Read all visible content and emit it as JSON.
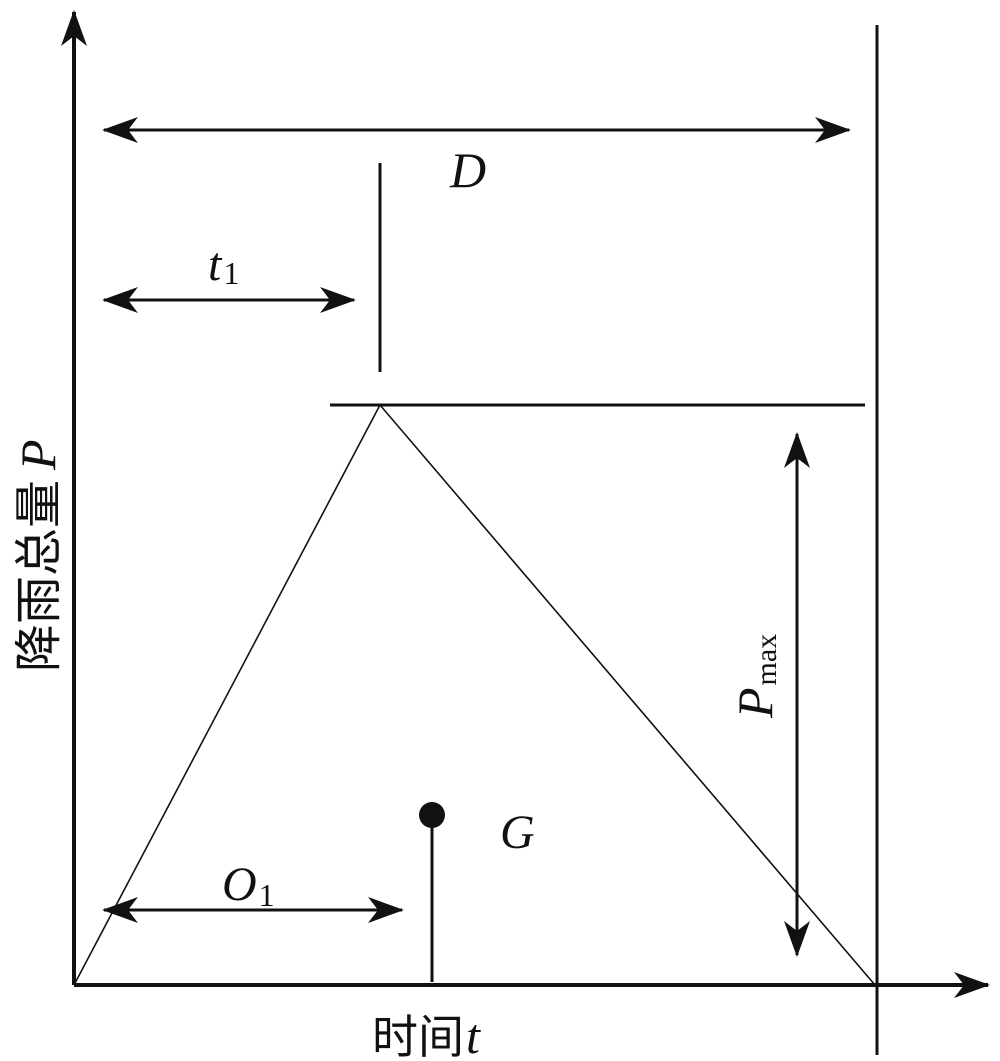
{
  "labels": {
    "D": "D",
    "t1_main": "t",
    "t1_sub": "1",
    "O1_main": "O",
    "O1_sub": "1",
    "G": "G",
    "Pmax_main": "P",
    "Pmax_sub": "max",
    "y_axis_cjk": "降雨总量",
    "y_axis_var": "P",
    "x_axis_cjk": "时间",
    "x_axis_var": "t"
  },
  "colors": {
    "ink": "#111111"
  }
}
